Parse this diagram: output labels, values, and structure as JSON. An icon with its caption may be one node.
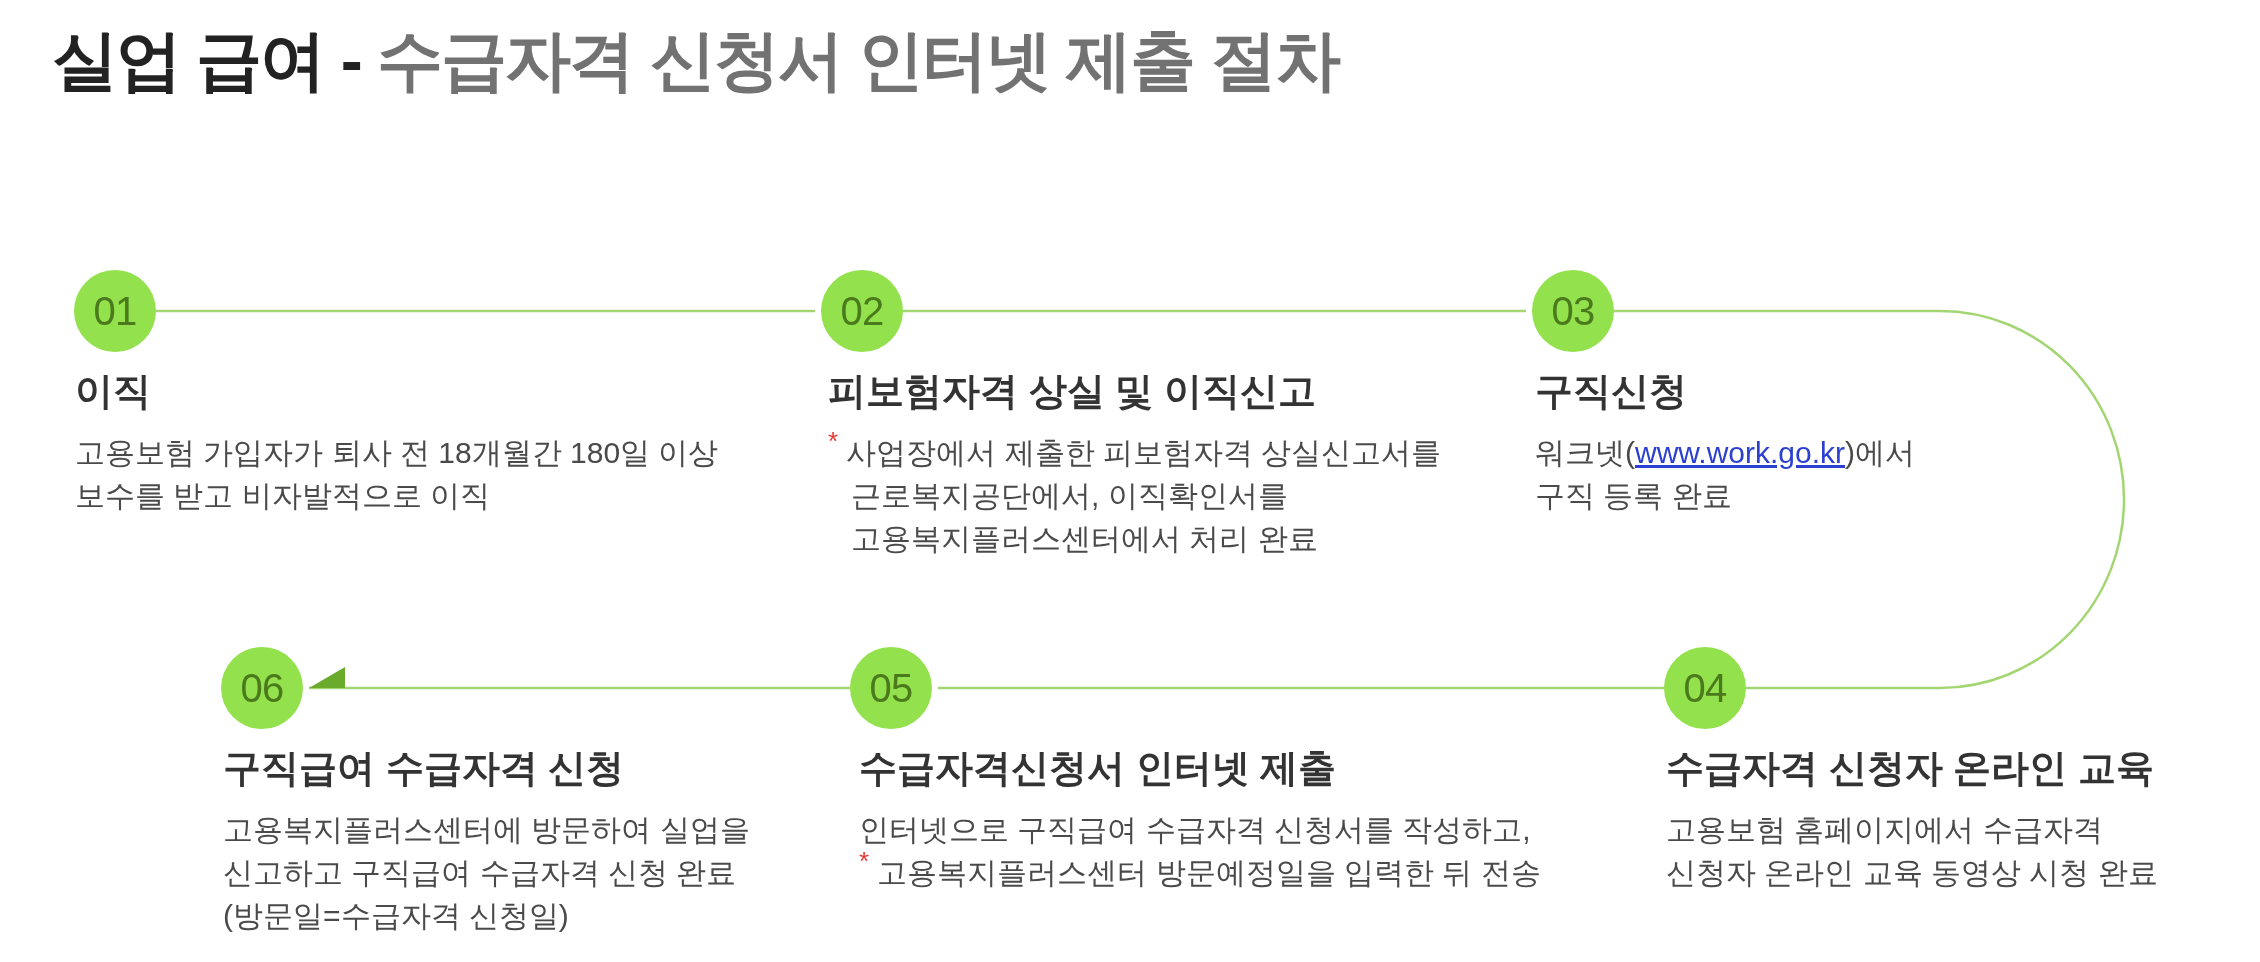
{
  "diagram": {
    "title": "**실업 급여 -** 수급자격 신청서 인터넷 제출 절차",
    "nodes": [
      {
        "text": [
          "01"
        ],
        "beside": [
          "이직",
          "고용보험 가입자가 퇴사 전 18개월간 180일 이상 보수를 받고 비자발적으로 이직"
        ]
      },
      {
        "text": [
          "02"
        ],
        "beside": [
          "피보험자격 상실 및 이직신고",
          "$^{*}$ 사업장에서 제출한 피보험자격 상실신고서를 근로복지공단에서, 이직확인서를 고용복지플러스센터에서 처리 완료"
        ]
      },
      {
        "text": [
          "03"
        ],
        "beside": [
          "구직신청",
          "워크넷(www.work.go.kr)에서 구직 등록 완료"
        ]
      },
      {
        "text": [
          "04"
        ],
        "beside": [
          "수급자격 신청자 온라인 교육",
          "고용보험 홈페이지에서 수급자격 신청자 온라인 교육 동영상 시청 완료"
        ]
      },
      {
        "text": [
          "05"
        ],
        "beside": [
          "수급자격신청서 인터넷 제출",
          "인터넷으로 구직급여 수급자격 신청서를 작성하고,",
          "$^{*}$ 고용복지플러스센터 방문예정일을 입력한 뒤 전송"
        ]
      },
      {
        "text": [
          "06"
        ],
        "beside": [
          "구직급여 수급자격 신청",
          "고용복지플러스센터에 방문하여 실업을 신고하고 구직급여 수급자격 신청 완료",
          "(방문일=수급자격 신청일)"
        ]
      }
    ],
    "edges": [
      {
        "from": 0,
        "to": 1,
        "arrow": "none"
      },
      {
        "from": 1,
        "to": 2,
        "arrow": "none"
      },
      {
        "from": 2,
        "to": 3,
        "arrow": "none"
      },
      {
        "from": 3,
        "to": 4,
        "arrow": "none"
      },
      {
        "from": 4,
        "to": 5,
        "arrow": "to"
      }
    ]
  }
}
